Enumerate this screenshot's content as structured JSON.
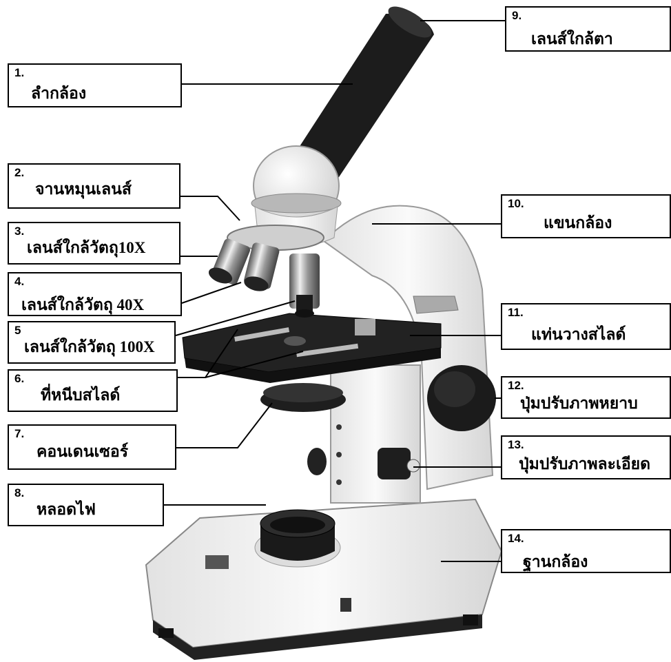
{
  "labels": [
    {
      "num": "1.",
      "text": "ลำกล้อง"
    },
    {
      "num": "2.",
      "text": "จานหมุนเลนส์"
    },
    {
      "num": "3.",
      "text": "เลนส์ใกล้วัตถุ10X"
    },
    {
      "num": "4.",
      "text": "เลนส์ใกล้วัตถุ 40X"
    },
    {
      "num": "5",
      "text": "เลนส์ใกล้วัตถุ 100X"
    },
    {
      "num": "6.",
      "text": "ที่หนีบสไลด์"
    },
    {
      "num": "7.",
      "text": "คอนเดนเซอร์"
    },
    {
      "num": "8.",
      "text": "หลอดไฟ"
    },
    {
      "num": "9.",
      "text": "เลนส์ใกล้ตา"
    },
    {
      "num": "10.",
      "text": "แขนกล้อง"
    },
    {
      "num": "11.",
      "text": "แท่นวางสไลด์"
    },
    {
      "num": "12.",
      "text": "ปุ่มปรับภาพหยาบ"
    },
    {
      "num": "13.",
      "text": "ปุ่มปรับภาพละเอียด"
    },
    {
      "num": "14.",
      "text": "ฐานกล้อง"
    }
  ]
}
